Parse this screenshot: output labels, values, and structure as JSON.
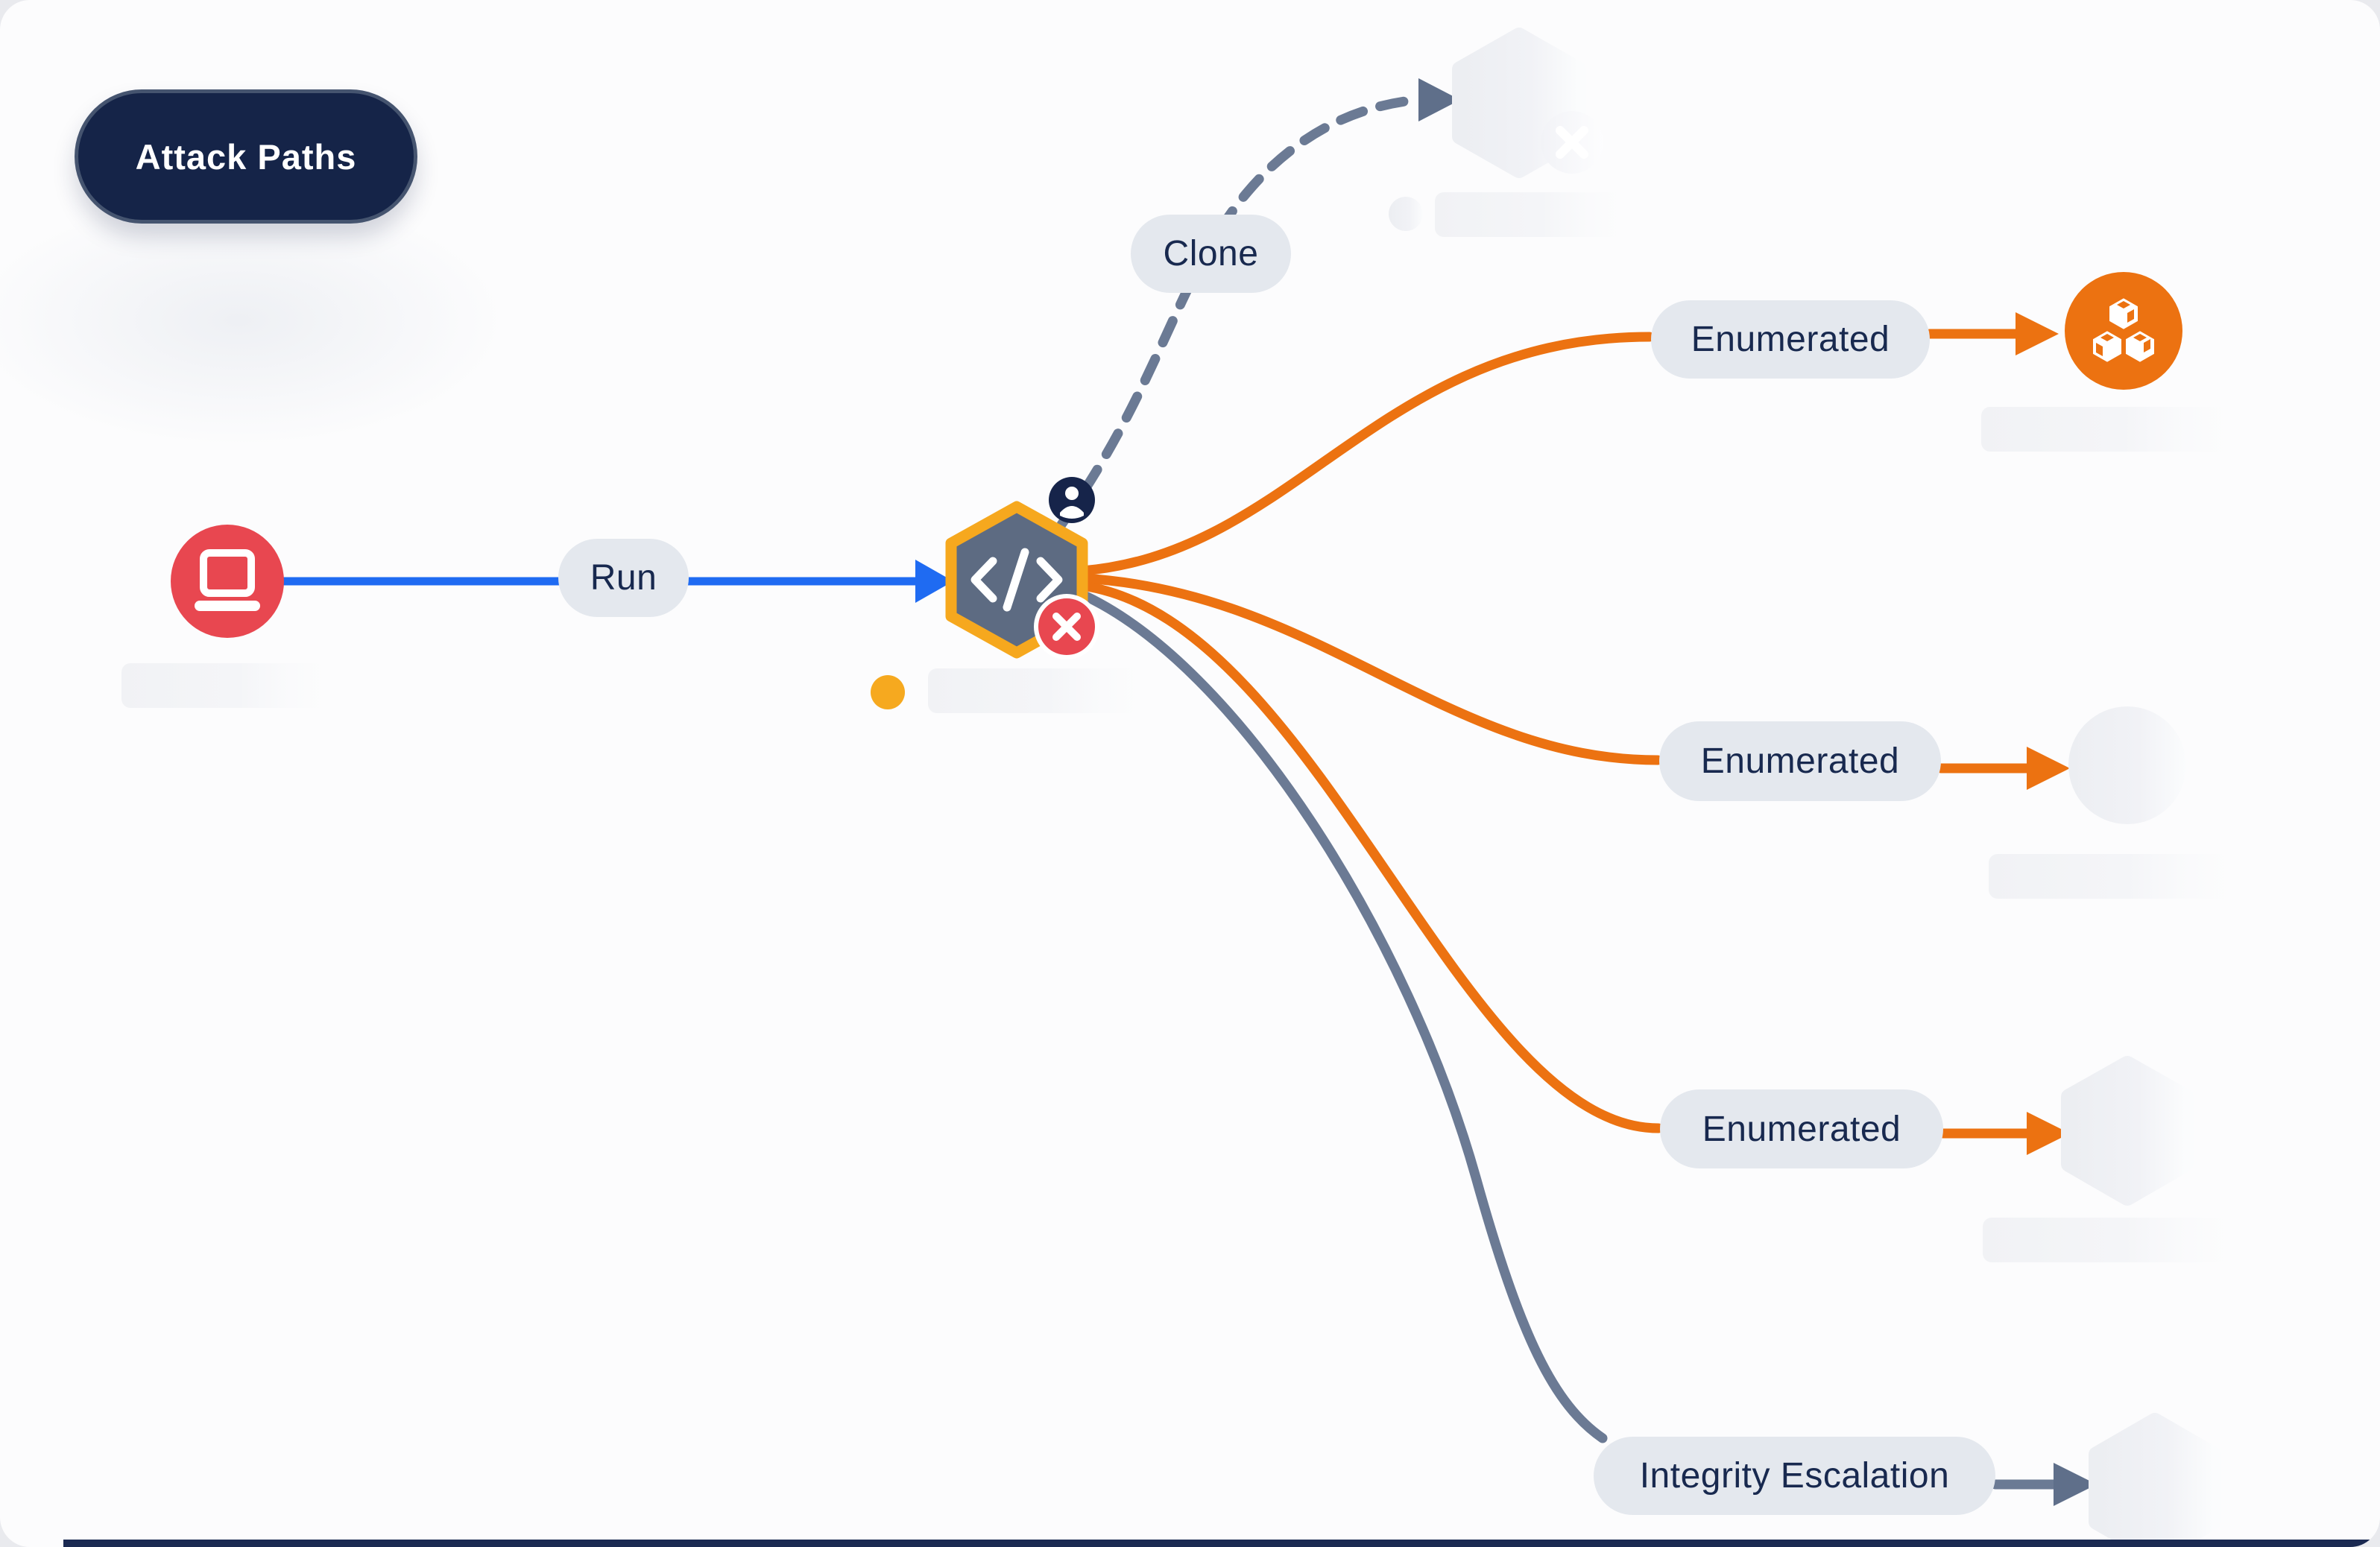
{
  "header": {
    "badge_label": "Attack Paths"
  },
  "edge_labels": {
    "run": "Run",
    "clone": "Clone",
    "enumerated_1": "Enumerated",
    "enumerated_2": "Enumerated",
    "enumerated_3": "Enumerated",
    "integrity_escalation": "Integrity Escalation"
  },
  "nodes": {
    "source": {
      "shape": "circle",
      "color": "#e84750",
      "icon": "laptop-icon"
    },
    "script": {
      "shape": "hexagon",
      "fill": "#5d6b82",
      "border": "#f6a81e",
      "icon": "code-icon",
      "badge_top": "user-icon",
      "badge_bottom": "x-circle-icon",
      "marker": "warning-dot"
    },
    "resource": {
      "shape": "circle",
      "color": "#ec7211",
      "icon": "cubes-icon"
    },
    "ghost_target_top": {
      "shape": "hexagon",
      "state": "faded",
      "badge": "x-icon"
    },
    "ghost_target_mid": {
      "shape": "circle",
      "state": "faded"
    },
    "ghost_target_lower": {
      "shape": "hexagon",
      "state": "faded"
    },
    "ghost_target_bottom": {
      "shape": "hexagon",
      "state": "faded"
    }
  },
  "colors": {
    "accent_blue": "#1f6bf2",
    "accent_orange": "#ec7211",
    "amber": "#f6a81e",
    "slate_edge": "#6b7a94",
    "navy": "#152448",
    "red": "#e84750",
    "pill_bg": "#e4e8ee",
    "pill_text": "#18294f",
    "ghost_fill": "#edeff3",
    "bottom_bar": "#1b2a52"
  }
}
